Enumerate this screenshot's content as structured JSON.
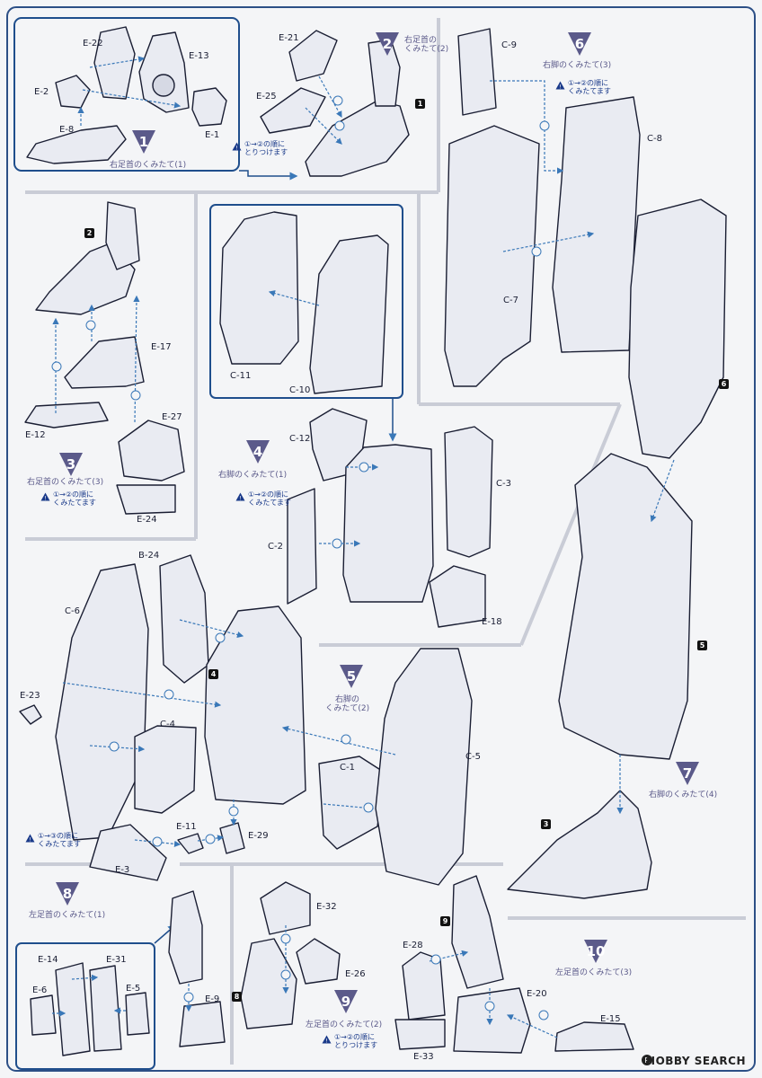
{
  "steps": [
    {
      "n": "1",
      "title": "右足首のくみたて(1)"
    },
    {
      "n": "2",
      "title": "右足首の\nくみたて(2)"
    },
    {
      "n": "3",
      "title": "右足首のくみたて(3)"
    },
    {
      "n": "4",
      "title": "右脚のくみたて(1)"
    },
    {
      "n": "5",
      "title": "右脚の\nくみたて(2)"
    },
    {
      "n": "6",
      "title": "右脚のくみたて(3)"
    },
    {
      "n": "7",
      "title": "右脚のくみたて(4)"
    },
    {
      "n": "8",
      "title": "左足首のくみたて(1)"
    },
    {
      "n": "9",
      "title": "左足首のくみたて(2)"
    },
    {
      "n": "10",
      "title": "左足首のくみたて(3)"
    }
  ],
  "notes": {
    "attach12": "①→②の順に\nとりつけます",
    "attach12b": "①→②の順に\nとりつけます",
    "assemble12": "①→②の順に\nくみたてます",
    "assemble12b": "①→②の順に\nくみたてます",
    "assemble12c": "①→②の順に\nくみたてます",
    "assemble13": "①→③の順に\nくみたてます"
  },
  "parts": {
    "e22": "E-22",
    "e13": "E-13",
    "e2": "E-2",
    "e8": "E-8",
    "e1": "E-1",
    "e21": "E-21",
    "e25": "E-25",
    "c9": "C-9",
    "c8": "C-8",
    "c7": "C-7",
    "e17": "E-17",
    "e12": "E-12",
    "e27": "E-27",
    "e24": "E-24",
    "c11": "C-11",
    "c10": "C-10",
    "c12": "C-12",
    "c3": "C-3",
    "c2": "C-2",
    "e18": "E-18",
    "b24": "B-24",
    "c6": "C-6",
    "e23": "E-23",
    "c4": "C-4",
    "c1": "C-1",
    "c5": "C-5",
    "e11": "E-11",
    "e29": "E-29",
    "e3": "E-3",
    "e32": "E-32",
    "e26": "E-26",
    "e9": "E-9",
    "e14": "E-14",
    "e31": "E-31",
    "e6": "E-6",
    "e5": "E-5",
    "e28": "E-28",
    "e33": "E-33",
    "e20": "E-20",
    "e15": "E-15"
  },
  "markers": {
    "m1": "1",
    "m2": "2",
    "m3": "3",
    "m4": "4",
    "m5": "5",
    "m6": "6",
    "m8": "8",
    "m9": "9"
  },
  "watermark": "HOBBY SEARCH",
  "colors": {
    "accent": "#5b5a8a",
    "line": "#1a1e33",
    "frame": "#1f4e8c",
    "arrow": "#3a78b8"
  }
}
